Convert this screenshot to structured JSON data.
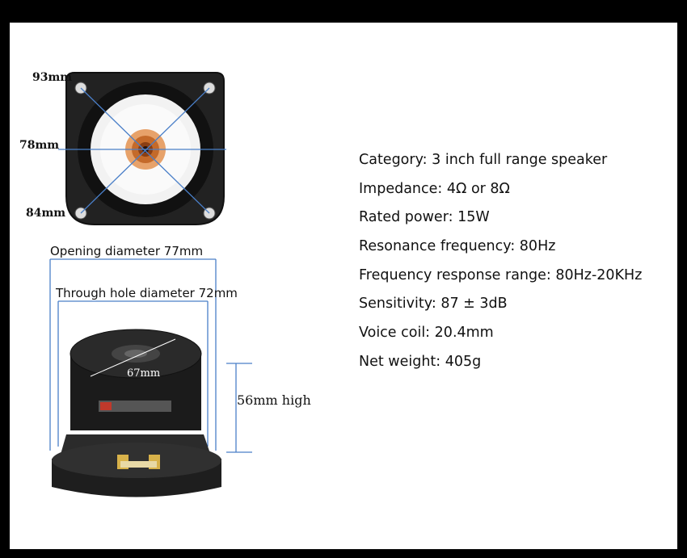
{
  "top_view": {
    "dim_93": "93mm",
    "dim_78": "78mm",
    "dim_84": "84mm"
  },
  "side_view": {
    "opening_diameter": "Opening diameter 77mm",
    "through_hole_diameter": "Through hole diameter 72mm",
    "magnet_diameter": "67mm",
    "height": "56mm high"
  },
  "specs": [
    {
      "label": "Category:",
      "value": "3 inch full range speaker"
    },
    {
      "label": "Impedance:",
      "value": "4Ω or 8Ω"
    },
    {
      "label": "Rated power:",
      "value": "15W"
    },
    {
      "label": "Resonance frequency:",
      "value": "80Hz"
    },
    {
      "label": "Frequency response range:",
      "value": "80Hz-20KHz"
    },
    {
      "label": "Sensitivity:",
      "value": "87 ± 3dB"
    },
    {
      "label": "Voice coil:",
      "value": "20.4mm"
    },
    {
      "label": "Net weight:",
      "value": "405g"
    }
  ],
  "colors": {
    "frame": "#000000",
    "background": "#ffffff",
    "dimension_lines": "#4a7fc8",
    "speaker_body": "#1a1a1a",
    "dust_cap": "#d98a4a"
  }
}
